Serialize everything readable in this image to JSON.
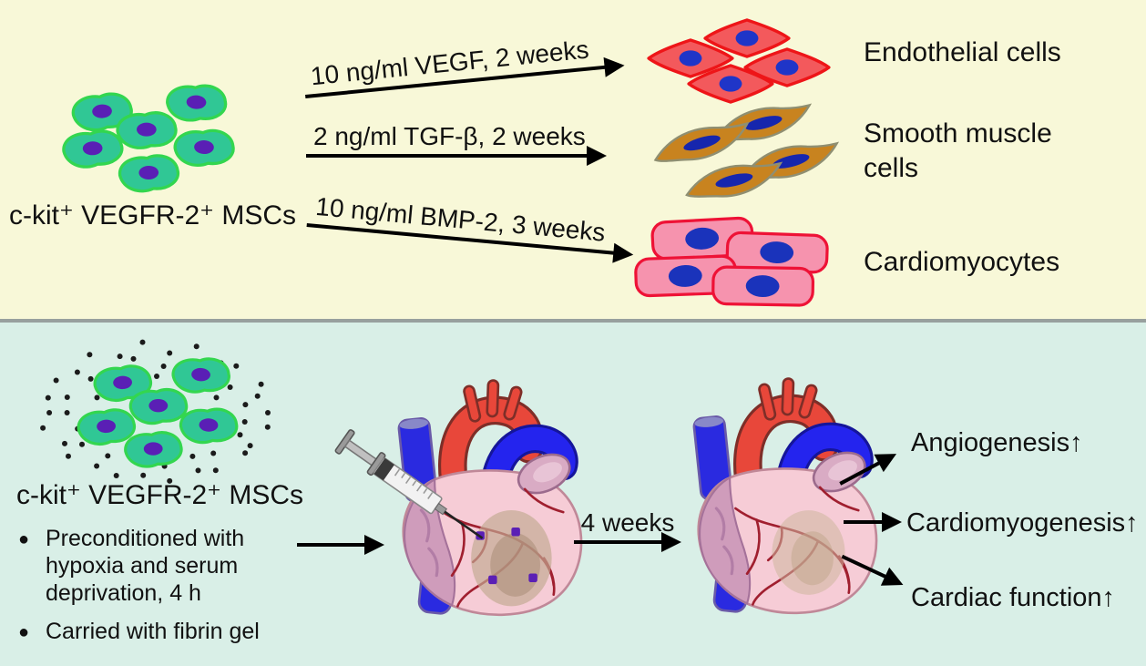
{
  "figure": {
    "type": "scientific-schematic",
    "topic": "Differentiation and cardiac transplantation of c-kit+ VEGFR-2+ MSCs"
  },
  "top_panel": {
    "msc_label": "c-kit⁺ VEGFR-2⁺ MSCs",
    "pathways": [
      {
        "treatment": "10 ng/ml VEGF, 2 weeks",
        "result": "Endothelial cells"
      },
      {
        "treatment": "2 ng/ml TGF-β, 2 weeks",
        "result": "Smooth muscle cells"
      },
      {
        "treatment": "10 ng/ml BMP-2, 3 weeks",
        "result": "Cardiomyocytes"
      }
    ]
  },
  "bottom_panel": {
    "msc_label": "c-kit⁺ VEGFR-2⁺ MSCs",
    "bullet_glyph": "●",
    "bullets": [
      {
        "lines": [
          "Preconditioned with",
          "hypoxia and serum",
          "deprivation, 4 h"
        ]
      },
      {
        "lines": [
          "Carried with fibrin gel"
        ]
      }
    ],
    "time_label": "4 weeks",
    "outcomes": [
      "Angiogenesis↑",
      "Cardiomyogenesis↑",
      "Cardiac function↑"
    ]
  },
  "colors": {
    "top_background": "#f8f8d8",
    "bottom_background": "#d9efe7",
    "divider": "#98a09e",
    "text": "#111111",
    "msc_fill": "#30c795",
    "msc_border": "#33d64f",
    "nucleus_purple": "#5a1fb5",
    "endothelial_fill": "#f3595c",
    "endothelial_border": "#ee1518",
    "smooth_muscle_fill": "#c8831f",
    "smooth_muscle_border": "#8f8f72",
    "cardiomyocyte_fill": "#f693ae",
    "cardiomyocyte_border": "#ee1236",
    "nucleus_blue": "#1f35c8",
    "heart_pink": "#f6ccd6",
    "heart_mauve": "#cf9cbb",
    "aorta_red": "#e8473a",
    "vessel_blue": "#2424ee",
    "infarct_tan": "#c3ab93",
    "injection_dot_purple": "#5a1fb5",
    "fibrin_dot": "#1b1b1b"
  }
}
